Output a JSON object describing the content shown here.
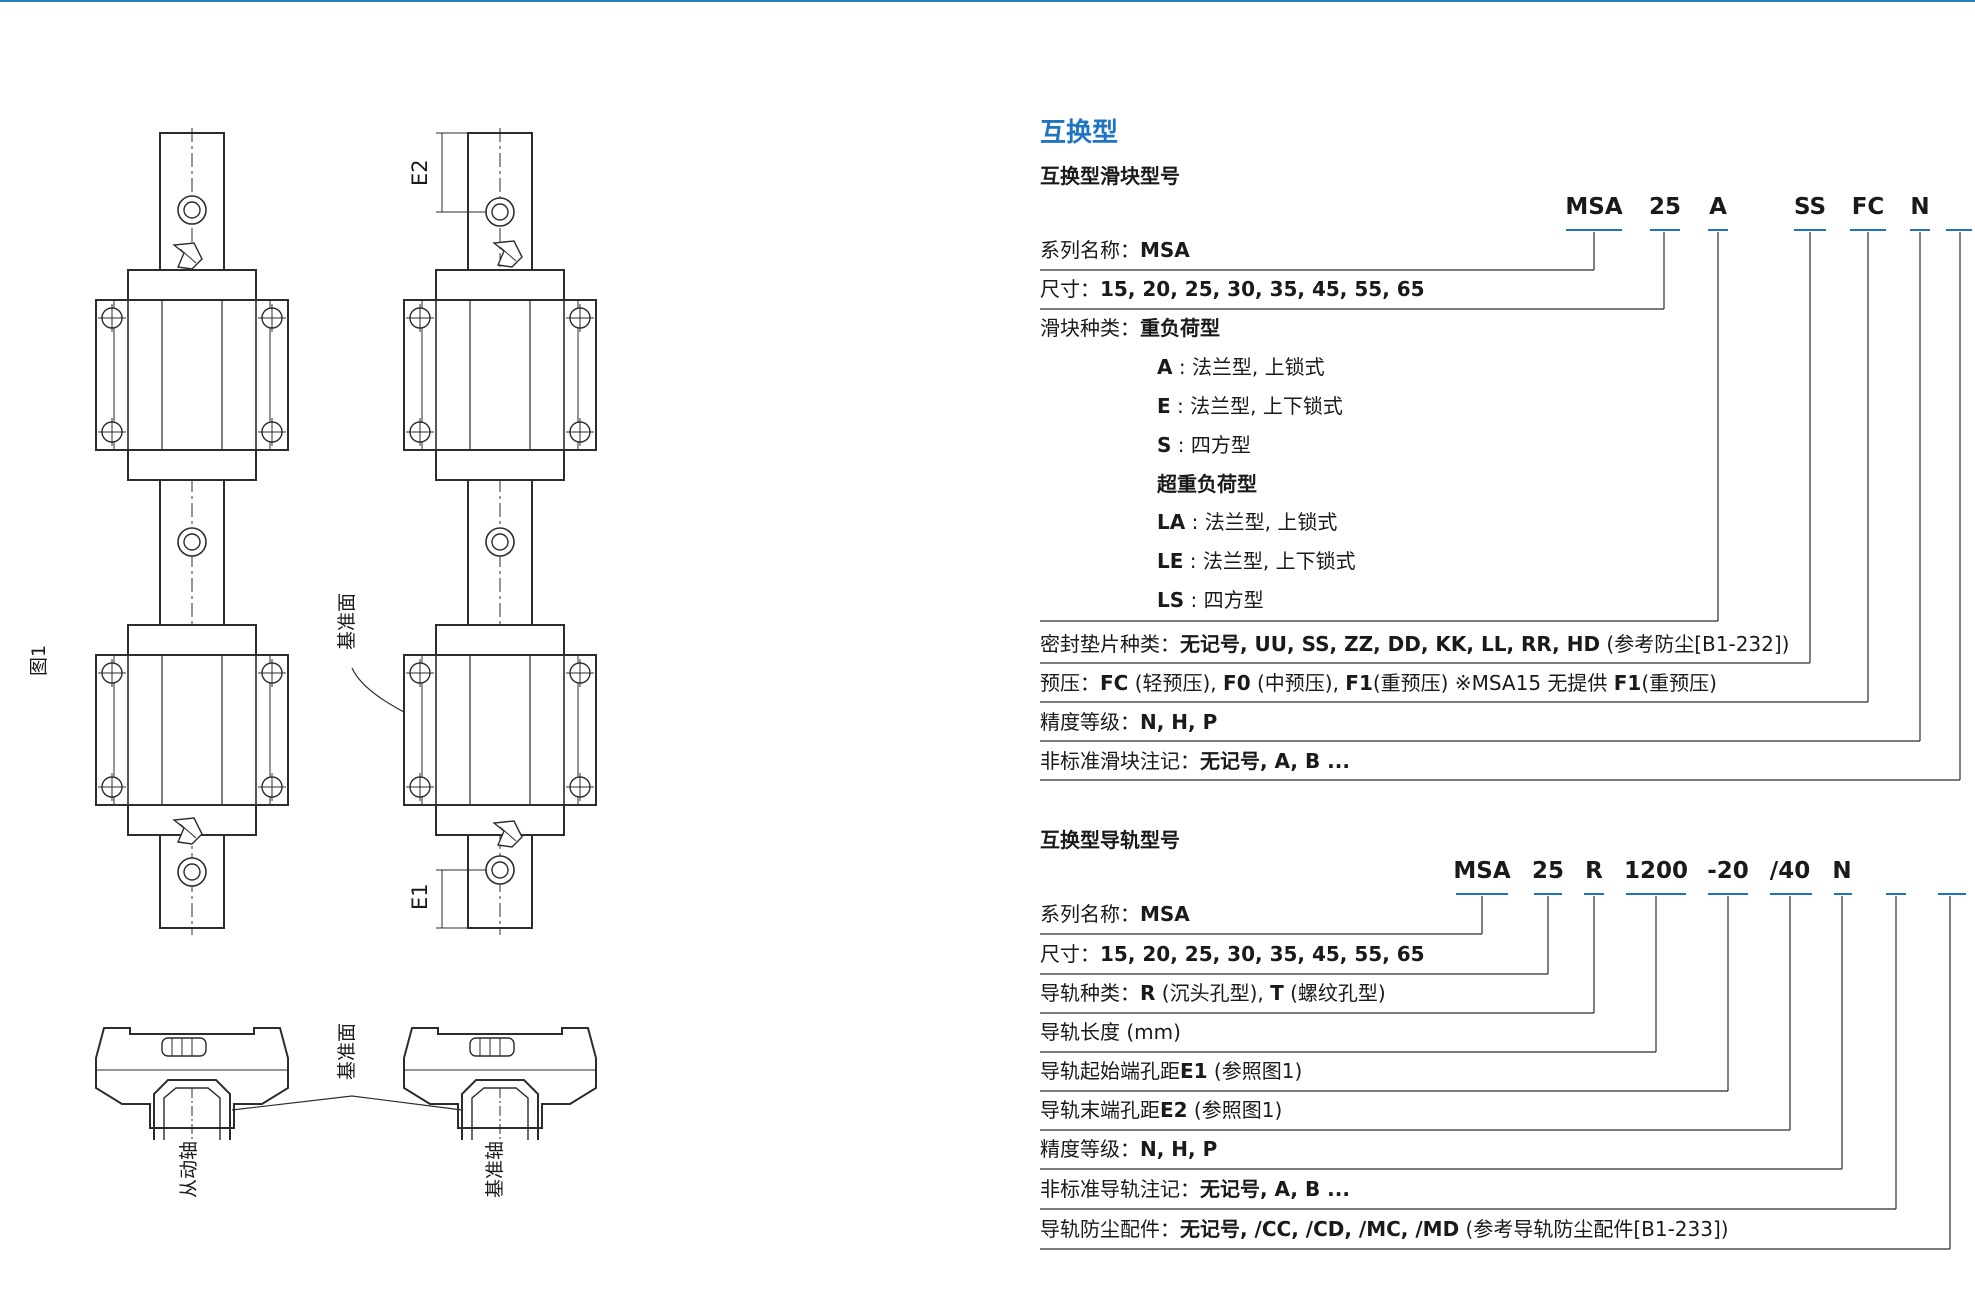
{
  "section_title": "互换型",
  "block": {
    "subtitle": "互换型滑块型号",
    "codes": [
      "MSA",
      "25",
      "A",
      "SS",
      "FC",
      "N"
    ],
    "series": {
      "key": "系列名称：",
      "val": "MSA"
    },
    "size": {
      "key": "尺寸：",
      "val": "15, 20, 25, 30, 35, 45, 55, 65"
    },
    "type": {
      "key": "滑块种类：",
      "val": "重负荷型"
    },
    "types": [
      {
        "code": "A",
        "desc": "法兰型, 上锁式"
      },
      {
        "code": "E",
        "desc": "法兰型, 上下锁式"
      },
      {
        "code": "S",
        "desc": "四方型"
      }
    ],
    "type_heavy": "超重负荷型",
    "types_heavy": [
      {
        "code": "LA",
        "desc": "法兰型, 上锁式"
      },
      {
        "code": "LE",
        "desc": "法兰型, 上下锁式"
      },
      {
        "code": "LS",
        "desc": "四方型"
      }
    ],
    "seal": {
      "key": "密封垫片种类：",
      "val": "无记号, UU, SS, ZZ, DD, KK, LL, RR, HD",
      "note": " (参考防尘[B1-232])"
    },
    "preload": {
      "key": "预压：",
      "v1": "FC",
      "n1": " (轻预压), ",
      "v2": "F0",
      "n2": " (中预压), ",
      "v3": "F1",
      "n3": "(重预压) ※MSA15 无提供 ",
      "v4": "F1",
      "n4": "(重预压)"
    },
    "accuracy": {
      "key": "精度等级：",
      "val": "N, H, P"
    },
    "nonstd": {
      "key": "非标准滑块注记：",
      "val": "无记号, A, B ..."
    }
  },
  "rail": {
    "subtitle": "互换型导轨型号",
    "codes": [
      "MSA",
      "25",
      "R",
      "1200",
      "-20",
      "/40",
      "N"
    ],
    "series": {
      "key": "系列名称：",
      "val": "MSA"
    },
    "size": {
      "key": "尺寸：",
      "val": "15, 20, 25, 30, 35, 45, 55, 65"
    },
    "type": {
      "key": "导轨种类：",
      "v1": "R",
      "n1": " (沉头孔型), ",
      "v2": "T",
      "n2": " (螺纹孔型)"
    },
    "length": "导轨长度 (mm)",
    "e1": {
      "a": "导轨起始端孔距",
      "b": "E1",
      "c": " (参照图1)"
    },
    "e2": {
      "a": "导轨末端孔距",
      "b": "E2",
      "c": " (参照图1)"
    },
    "accuracy": {
      "key": "精度等级：",
      "val": "N, H, P"
    },
    "nonstd": {
      "key": "非标准导轨注记：",
      "val": "无记号, A, B ..."
    },
    "dust": {
      "key": "导轨防尘配件：",
      "val": "无记号, /CC, /CD, /MC, /MD",
      "note": " (参考导轨防尘配件[B1-233])"
    }
  },
  "drawing": {
    "figure_label": "图1",
    "ref_surface": "基准面",
    "ref_surface_2": "基准面",
    "driven_axis": "从动轴",
    "ref_axis": "基准轴",
    "e2": "E2",
    "e1": "E1"
  },
  "colors": {
    "accent": "#1f74c2",
    "line": "#2c2c2c"
  }
}
